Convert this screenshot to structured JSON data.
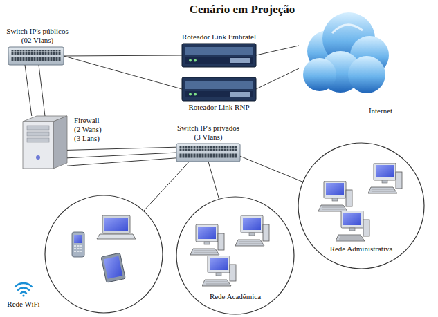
{
  "diagram": {
    "title": "Cenário em Projeção",
    "nodes": [
      {
        "text": [
          "Switch IP's públicos (02 Vlans)"
        ]
      },
      {
        "text": [
          "Roteador Link Embratel"
        ]
      },
      {
        "text": [
          "Roteador Link RNP"
        ]
      },
      {
        "text": [
          "Internet"
        ]
      },
      {
        "text": [
          "Firewall (2 Wans) (3 Lans)"
        ]
      },
      {
        "text": [
          "Switch IP's privados (3 Vlans)"
        ]
      },
      {
        "text": [
          "Rede WiFi"
        ]
      },
      {
        "text": [
          "Rede Acadêmica"
        ]
      },
      {
        "text": [
          "Rede Administrativa"
        ]
      }
    ],
    "edges": [
      {
        "from": 0,
        "to": 1,
        "arrow": "none"
      },
      {
        "from": 0,
        "to": 2,
        "arrow": "none"
      },
      {
        "from": 1,
        "to": 3,
        "arrow": "none"
      },
      {
        "from": 2,
        "to": 3,
        "arrow": "none"
      },
      {
        "from": 0,
        "to": 4,
        "arrow": "none"
      },
      {
        "from": 0,
        "to": 4,
        "arrow": "none"
      },
      {
        "from": 4,
        "to": 5,
        "arrow": "none"
      },
      {
        "from": 4,
        "to": 5,
        "arrow": "none"
      },
      {
        "from": 4,
        "to": 5,
        "arrow": "none"
      },
      {
        "from": 5,
        "to": 6,
        "arrow": "none"
      },
      {
        "from": 5,
        "to": 7,
        "arrow": "none"
      },
      {
        "from": 5,
        "to": 8,
        "arrow": "none"
      }
    ]
  }
}
